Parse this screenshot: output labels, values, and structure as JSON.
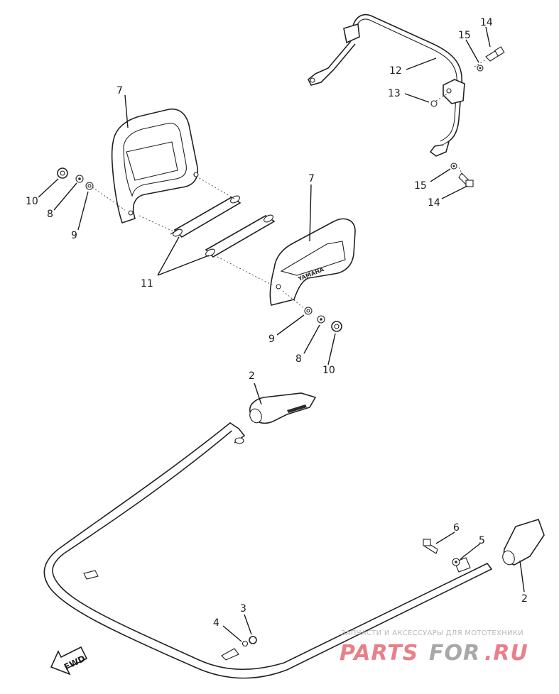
{
  "callouts": {
    "c1": "14",
    "c2": "15",
    "c3": "12",
    "c4": "13",
    "c5": "15",
    "c6": "14",
    "c7": "7",
    "c8": "10",
    "c9": "8",
    "c10": "9",
    "c11": "11",
    "c12": "7",
    "c13": "9",
    "c14": "8",
    "c15": "10",
    "c16": "2",
    "c17": "6",
    "c18": "5",
    "c19": "2",
    "c20": "3",
    "c21": "4"
  },
  "fwd_marker": {
    "text": "FWD"
  },
  "plate_text": "YAMAHA",
  "watermark": {
    "subtitle": "ЗАПЧАСТИ И АКСЕССУАРЫ ДЛЯ МОТОТЕХНИКИ",
    "brand_a": "PARTS",
    "brand_b": "FOR",
    "brand_c": ".RU",
    "color_red": "#e8808a",
    "color_gray": "#a8a8a8"
  }
}
